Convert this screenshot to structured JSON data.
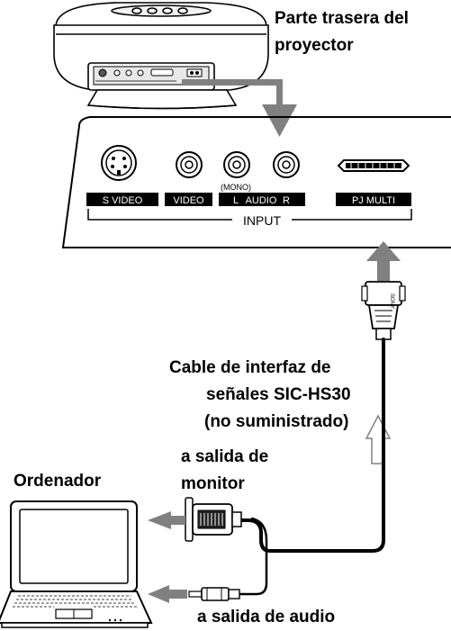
{
  "labels": {
    "projector_rear_line1": "Parte trasera del",
    "projector_rear_line2": "proyector",
    "cable_line1": "Cable de interfaz de",
    "cable_line2": "señales SIC-HS30",
    "cable_line3": "(no suministrado)",
    "monitor_line1": "a salida de",
    "monitor_line2": "monitor",
    "computer": "Ordenador",
    "audio_out": "a salida de audio"
  },
  "panel": {
    "s_video": "S VIDEO",
    "video": "VIDEO",
    "mono": "(MONO)",
    "audio_l": "L",
    "audio_word": "AUDIO",
    "audio_r": "R",
    "pj_multi": "PJ MULTI",
    "input": "INPUT"
  },
  "connector_text": "SONY",
  "colors": {
    "line": "#000000",
    "arrow_gray": "#808080",
    "light_gray": "#d9d9d9"
  }
}
